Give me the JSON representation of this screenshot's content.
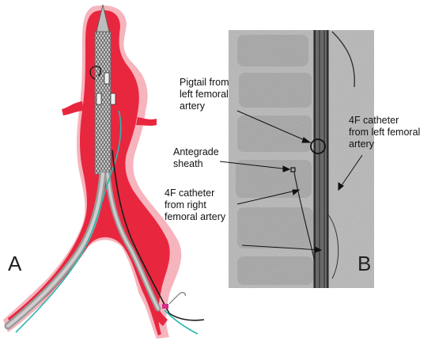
{
  "panels": {
    "a": {
      "letter": "A"
    },
    "b": {
      "letter": "B"
    }
  },
  "callouts": [
    {
      "lines": [
        "Pigtail from",
        "left femoral",
        "artery"
      ]
    },
    {
      "lines": [
        "Antegrade",
        "sheath"
      ]
    },
    {
      "lines": [
        "4F catheter",
        "from right",
        "femoral artery"
      ]
    },
    {
      "lines": [
        "4F catheter",
        "from left femoral",
        "artery"
      ]
    }
  ],
  "colors": {
    "aorta_red": "#e8273f",
    "aorta_pink": "#f39aa6",
    "stent_graft": "#a9a9a9",
    "wire_teal": "#2bb8b0",
    "wire_dark": "#1c1c1c",
    "xray_bg": "#b7b7b7",
    "marker_magenta": "#d52d8c"
  },
  "icons": [
    "vascular-schematic",
    "fluoroscopy-image"
  ]
}
